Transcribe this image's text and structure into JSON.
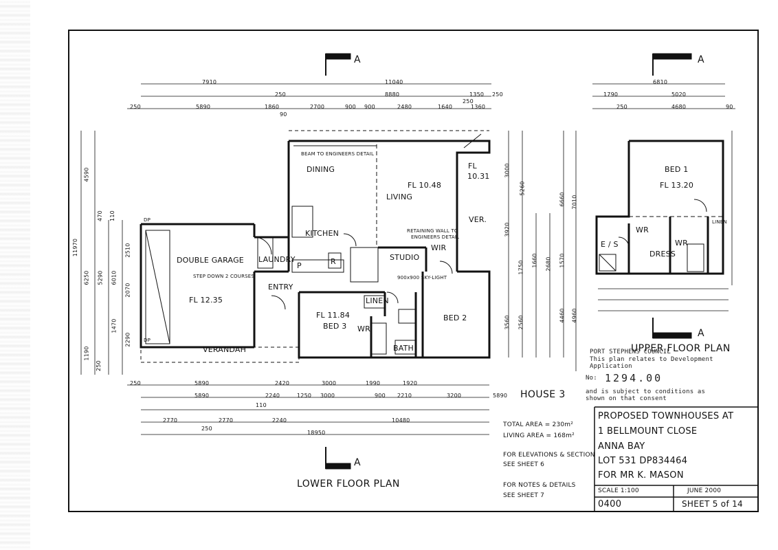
{
  "plan_title": {
    "lower": "LOWER FLOOR PLAN",
    "upper": "UPPER FLOOR PLAN"
  },
  "section_marker": "A",
  "house_label": "HOUSE 3",
  "rooms": {
    "dining": "DINING",
    "living": "LIVING",
    "living_fl": "FL 10.48",
    "fl_1031_a": "FL",
    "fl_1031_b": "10.31",
    "ver": "VER.",
    "kitchen": "KITCHEN",
    "laundry": "LAUNDRY",
    "double_garage": "DOUBLE GARAGE",
    "garage_fl": "FL 12.35",
    "step_down": "STEP DOWN 2 COURSES",
    "entry": "ENTRY",
    "studio": "STUDIO",
    "wir": "WIR",
    "bed3_fl": "FL 11.84",
    "bed3": "BED 3",
    "wr": "WR",
    "linen": "LINEN",
    "bed2": "BED 2",
    "bath": "BATH",
    "verandah": "VERANDAH",
    "skylight": "900x900 SKY-LIGHT",
    "beam_note": "BEAM TO ENGINEERS DETAIL",
    "retaining_note_1": "RETAINING WALL TO",
    "retaining_note_2": "ENGINEERS DETAIL",
    "p": "P",
    "r": "R",
    "dp": "DP",
    "bed1": "BED 1",
    "bed1_fl": "FL 13.20",
    "dress": "DRESS",
    "es": "E / S",
    "upper_wr": "WR",
    "upper_linen": "LINEN"
  },
  "dims_top": [
    "7910",
    "11040",
    "250",
    "8880",
    "1350",
    "250",
    "250",
    "5890",
    "1860",
    "90",
    "2700",
    "900",
    "900",
    "2480",
    "1640",
    "250",
    "1360"
  ],
  "dims_upper_top": [
    "6810",
    "1790",
    "5020",
    "250",
    "4680",
    "90"
  ],
  "dims_bottom": [
    "250",
    "5890",
    "2420",
    "3000",
    "1990",
    "1920",
    "5890",
    "2240",
    "1250",
    "3000",
    "900",
    "2210",
    "3200",
    "110",
    "10480",
    "2770",
    "250",
    "2770",
    "2240",
    "18950",
    "5890"
  ],
  "dims_left": [
    "11970",
    "4590",
    "6250",
    "5290",
    "6010",
    "2070",
    "1190",
    "250",
    "470",
    "110",
    "2510",
    "1470",
    "2290"
  ],
  "dims_right": [
    "5260",
    "3000",
    "6660",
    "7010",
    "3920",
    "4460",
    "4960",
    "3560",
    "2560",
    "1750",
    "1660",
    "2680",
    "1570"
  ],
  "areas": {
    "total": "TOTAL AREA = 230m²",
    "living": "LIVING AREA = 168m²"
  },
  "sheet_notes": {
    "elevations_1": "FOR ELEVATIONS & SECTION",
    "elevations_2": "SEE SHEET 6",
    "details_1": "FOR NOTES & DETAILS",
    "details_2": "SEE SHEET 7"
  },
  "stamp": {
    "line1": "PORT   STEPHENS   COUNCIL",
    "line2": "This plan relates to Development",
    "line3": "Application",
    "no_label": "No:",
    "no_value": "1294.00",
    "cond1": "and is subject to conditions as",
    "cond2": "shown on that consent"
  },
  "title_block": {
    "line1": "PROPOSED TOWNHOUSES AT",
    "line2": "1 BELLMOUNT CLOSE",
    "line3": "ANNA BAY",
    "line4": "LOT 531 DP834464",
    "line5": "FOR MR K. MASON",
    "scale": "SCALE 1:100",
    "date": "JUNE 2000",
    "drawing_no": "0400",
    "sheet": "SHEET 5 of 14"
  }
}
